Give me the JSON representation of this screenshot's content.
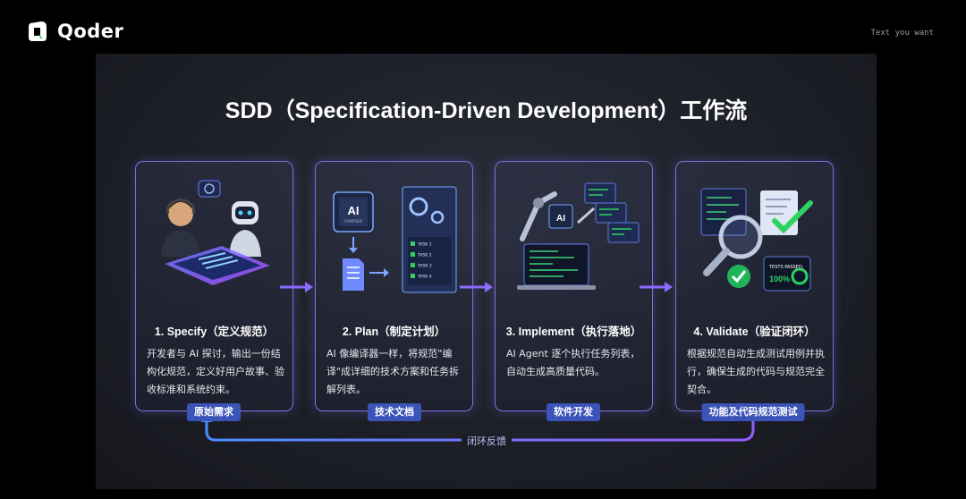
{
  "brand": {
    "name": "Qoder",
    "accent": "#2fd25f"
  },
  "top_right_text": "Text you want",
  "diagram": {
    "title": "SDD（Specification-Driven Development）工作流",
    "steps": [
      {
        "title": "1. Specify（定义规范）",
        "desc": "开发者与 AI 探讨，输出一份结构化规范，定义好用户故事、验收标准和系统约束。",
        "tag": "原始需求",
        "icon": "developer-and-robot-icon"
      },
      {
        "title": "2. Plan（制定计划）",
        "desc": "AI 像编译器一样，将规范\"编译\"成详细的技术方案和任务拆解列表。",
        "tag": "技术文档",
        "icon": "ai-compiler-icon",
        "illus_text": {
          "chip": "AI",
          "chip_sub": "COMPILER",
          "tasks": [
            "TASK 1",
            "TASK 2",
            "TASK 3",
            "TASK 4"
          ]
        }
      },
      {
        "title": "3. Implement（执行落地）",
        "desc": "AI Agent 逐个执行任务列表，自动生成高质量代码。",
        "tag": "软件开发",
        "icon": "robot-arm-code-icon",
        "illus_text": {
          "chip": "AI"
        }
      },
      {
        "title": "4. Validate（验证闭环）",
        "desc": "根据规范自动生成测试用例并执行，确保生成的代码与规范完全契合。",
        "tag": "功能及代码规范测试",
        "icon": "magnifier-test-icon",
        "illus_text": {
          "tests_label": "TESTS PASSED:",
          "tests_value": "100%"
        }
      }
    ],
    "loop_label": "闭环反馈"
  },
  "colors": {
    "card_border": "#7b6fd9",
    "tag_bg": "#3b54b8",
    "arrow": "#8a6cff"
  }
}
